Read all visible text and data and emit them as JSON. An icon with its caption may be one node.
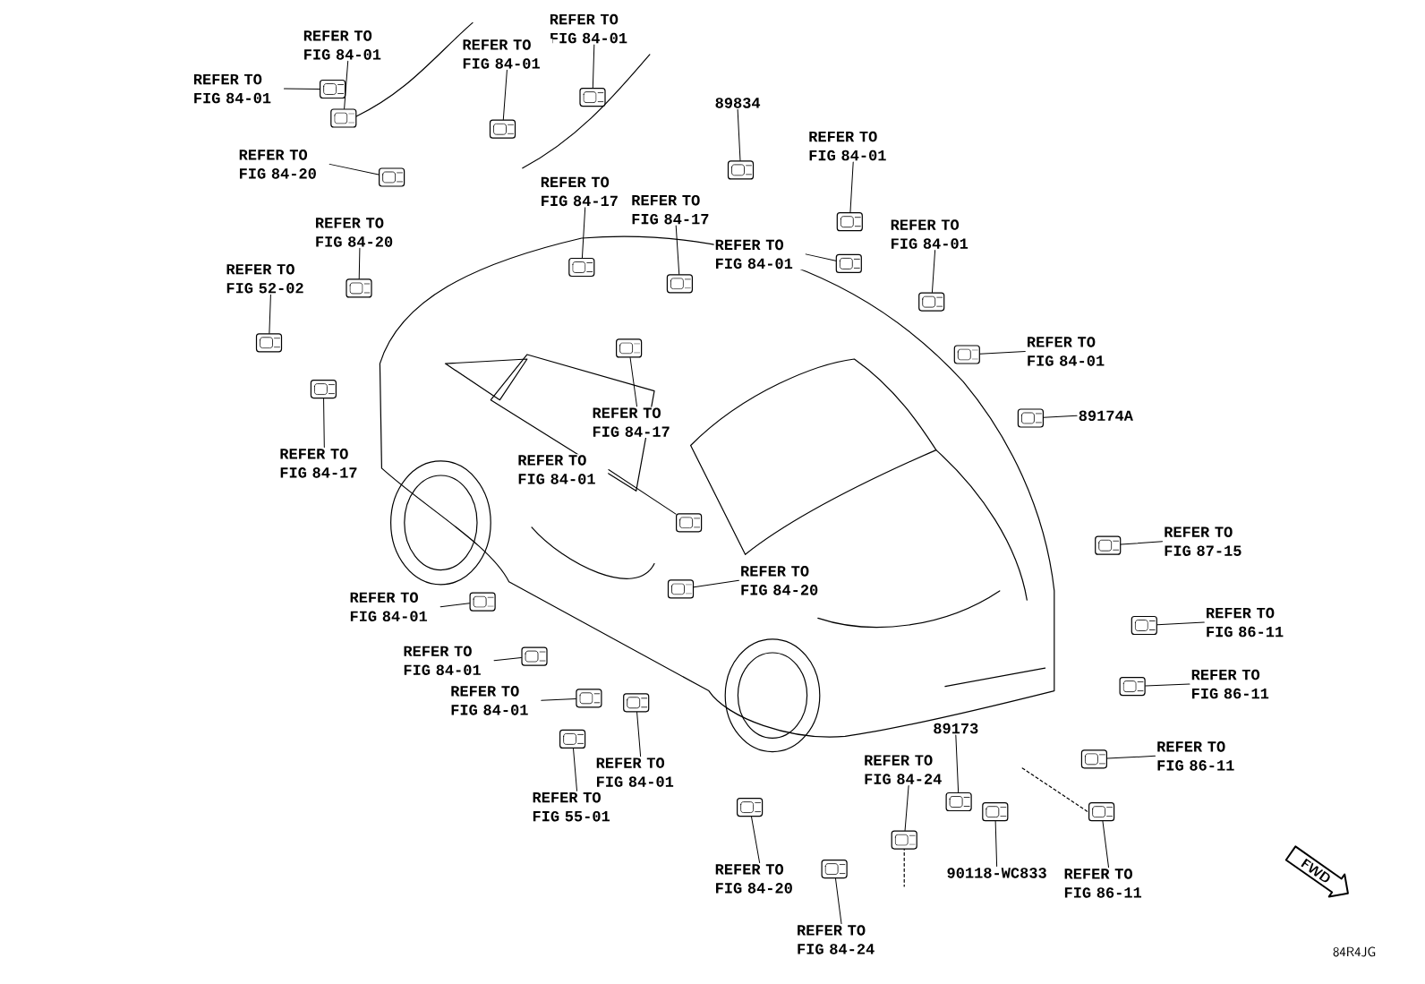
{
  "diagram": {
    "nodes": [
      {
        "text": [
          "REFER TO FIG 84-01"
        ]
      },
      {
        "text": [
          "REFER TO FIG 84-01"
        ]
      },
      {
        "text": [
          "REFER TO FIG 84-01"
        ]
      },
      {
        "text": [
          "REFER TO FIG 84-01"
        ]
      },
      {
        "text": [
          "REFER TO FIG 84-20"
        ]
      },
      {
        "text": [
          "REFER TO FIG 84-20"
        ]
      },
      {
        "text": [
          "REFER TO FIG 52-02"
        ]
      },
      {
        "text": [
          "REFER TO FIG 84-17"
        ]
      },
      {
        "text": [
          "REFER TO FIG 84-17"
        ]
      },
      {
        "text": [
          "REFER TO FIG 84-17"
        ]
      },
      {
        "text": [
          "89834"
        ]
      },
      {
        "text": [
          "REFER TO FIG 84-01"
        ]
      },
      {
        "text": [
          "REFER TO FIG 84-01"
        ]
      },
      {
        "text": [
          "REFER TO FIG 84-01"
        ]
      },
      {
        "text": [
          "REFER TO FIG 84-01"
        ]
      },
      {
        "text": [
          "89174A"
        ]
      },
      {
        "text": [
          "REFER TO FIG 84-17"
        ]
      },
      {
        "text": [
          "REFER TO FIG 84-01"
        ]
      },
      {
        "text": [
          "REFER TO FIG 84-20"
        ]
      },
      {
        "text": [
          "REFER TO FIG 87-15"
        ]
      },
      {
        "text": [
          "REFER TO FIG 86-11"
        ]
      },
      {
        "text": [
          "REFER TO FIG 86-11"
        ]
      },
      {
        "text": [
          "REFER TO FIG 86-11"
        ]
      },
      {
        "text": [
          "REFER TO FIG 86-11"
        ]
      },
      {
        "text": [
          "89173"
        ]
      },
      {
        "text": [
          "90118-WC833"
        ]
      },
      {
        "text": [
          "REFER TO FIG 84-24"
        ]
      },
      {
        "text": [
          "REFER TO FIG 84-24"
        ]
      },
      {
        "text": [
          "REFER TO FIG 84-20"
        ]
      },
      {
        "text": [
          "REFER TO FIG 84-01"
        ]
      },
      {
        "text": [
          "REFER TO FIG 55-01"
        ]
      },
      {
        "text": [
          "REFER TO FIG 84-01"
        ]
      },
      {
        "text": [
          "REFER TO FIG 84-01"
        ]
      },
      {
        "text": [
          "REFER TO FIG 84-01"
        ]
      },
      {
        "text": [],
        "shape": "picture"
      },
      {
        "text": [],
        "shape": "picture"
      },
      {
        "text": [],
        "shape": "picture"
      },
      {
        "text": [],
        "shape": "picture"
      },
      {
        "text": [],
        "shape": "picture"
      },
      {
        "text": [],
        "shape": "picture"
      },
      {
        "text": [],
        "shape": "picture"
      },
      {
        "text": [],
        "shape": "picture"
      },
      {
        "text": [],
        "shape": "picture"
      },
      {
        "text": [],
        "shape": "picture"
      },
      {
        "text": [],
        "shape": "picture"
      },
      {
        "text": [],
        "shape": "picture"
      },
      {
        "text": [],
        "shape": "picture"
      },
      {
        "text": [],
        "shape": "picture"
      },
      {
        "text": [],
        "shape": "picture"
      },
      {
        "text": [],
        "shape": "picture"
      },
      {
        "text": [],
        "shape": "picture"
      },
      {
        "text": [],
        "shape": "picture"
      },
      {
        "text": [],
        "shape": "picture"
      },
      {
        "text": [],
        "shape": "picture"
      },
      {
        "text": [],
        "shape": "picture"
      },
      {
        "text": [],
        "shape": "picture"
      },
      {
        "text": [],
        "shape": "picture"
      },
      {
        "text": [],
        "shape": "picture"
      },
      {
        "text": [],
        "shape": "picture"
      },
      {
        "text": [],
        "shape": "picture"
      },
      {
        "text": [],
        "shape": "picture"
      },
      {
        "text": [],
        "shape": "picture"
      },
      {
        "text": [],
        "shape": "picture"
      },
      {
        "text": [],
        "shape": "picture"
      },
      {
        "text": [],
        "shape": "picture"
      },
      {
        "text": [],
        "shape": "picture"
      },
      {
        "text": [],
        "shape": "picture"
      },
      {
        "text": [],
        "shape": "picture"
      }
    ],
    "edges": [
      {
        "from": 0,
        "to": 34,
        "arrow": "none"
      },
      {
        "from": 1,
        "to": 35,
        "arrow": "none"
      },
      {
        "from": 2,
        "to": 36,
        "arrow": "none"
      },
      {
        "from": 3,
        "to": 37,
        "arrow": "none"
      },
      {
        "from": 4,
        "to": 38,
        "arrow": "none"
      },
      {
        "from": 5,
        "to": 39,
        "arrow": "none"
      },
      {
        "from": 6,
        "to": 40,
        "arrow": "none"
      },
      {
        "from": 7,
        "to": 41,
        "arrow": "none"
      },
      {
        "from": 8,
        "to": 42,
        "arrow": "none"
      },
      {
        "from": 9,
        "to": 43,
        "arrow": "none"
      },
      {
        "from": 10,
        "to": 44,
        "arrow": "none"
      },
      {
        "from": 11,
        "to": 45,
        "arrow": "none"
      },
      {
        "from": 12,
        "to": 46,
        "arrow": "none"
      },
      {
        "from": 13,
        "to": 47,
        "arrow": "none"
      },
      {
        "from": 14,
        "to": 48,
        "arrow": "none"
      },
      {
        "from": 15,
        "to": 49,
        "arrow": "none"
      },
      {
        "from": 16,
        "to": 50,
        "arrow": "none"
      },
      {
        "from": 17,
        "to": 51,
        "arrow": "none"
      },
      {
        "from": 18,
        "to": 52,
        "arrow": "none"
      },
      {
        "from": 19,
        "to": 53,
        "arrow": "none"
      },
      {
        "from": 20,
        "to": 54,
        "arrow": "none"
      },
      {
        "from": 21,
        "to": 55,
        "arrow": "none"
      },
      {
        "from": 22,
        "to": 56,
        "arrow": "none"
      },
      {
        "from": 23,
        "to": 57,
        "arrow": "none"
      },
      {
        "from": 24,
        "to": 58,
        "arrow": "none"
      },
      {
        "from": 25,
        "to": 59,
        "arrow": "none"
      },
      {
        "from": 26,
        "to": 60,
        "arrow": "none"
      },
      {
        "from": 27,
        "to": 61,
        "arrow": "none"
      },
      {
        "from": 28,
        "to": 62,
        "arrow": "none"
      },
      {
        "from": 29,
        "to": 63,
        "arrow": "none"
      },
      {
        "from": 30,
        "to": 64,
        "arrow": "none"
      },
      {
        "from": 31,
        "to": 65,
        "arrow": "none"
      },
      {
        "from": 32,
        "to": 66,
        "arrow": "none"
      },
      {
        "from": 33,
        "to": 67,
        "arrow": "none"
      }
    ],
    "labels": [
      "FWD",
      "84R4JG"
    ]
  }
}
